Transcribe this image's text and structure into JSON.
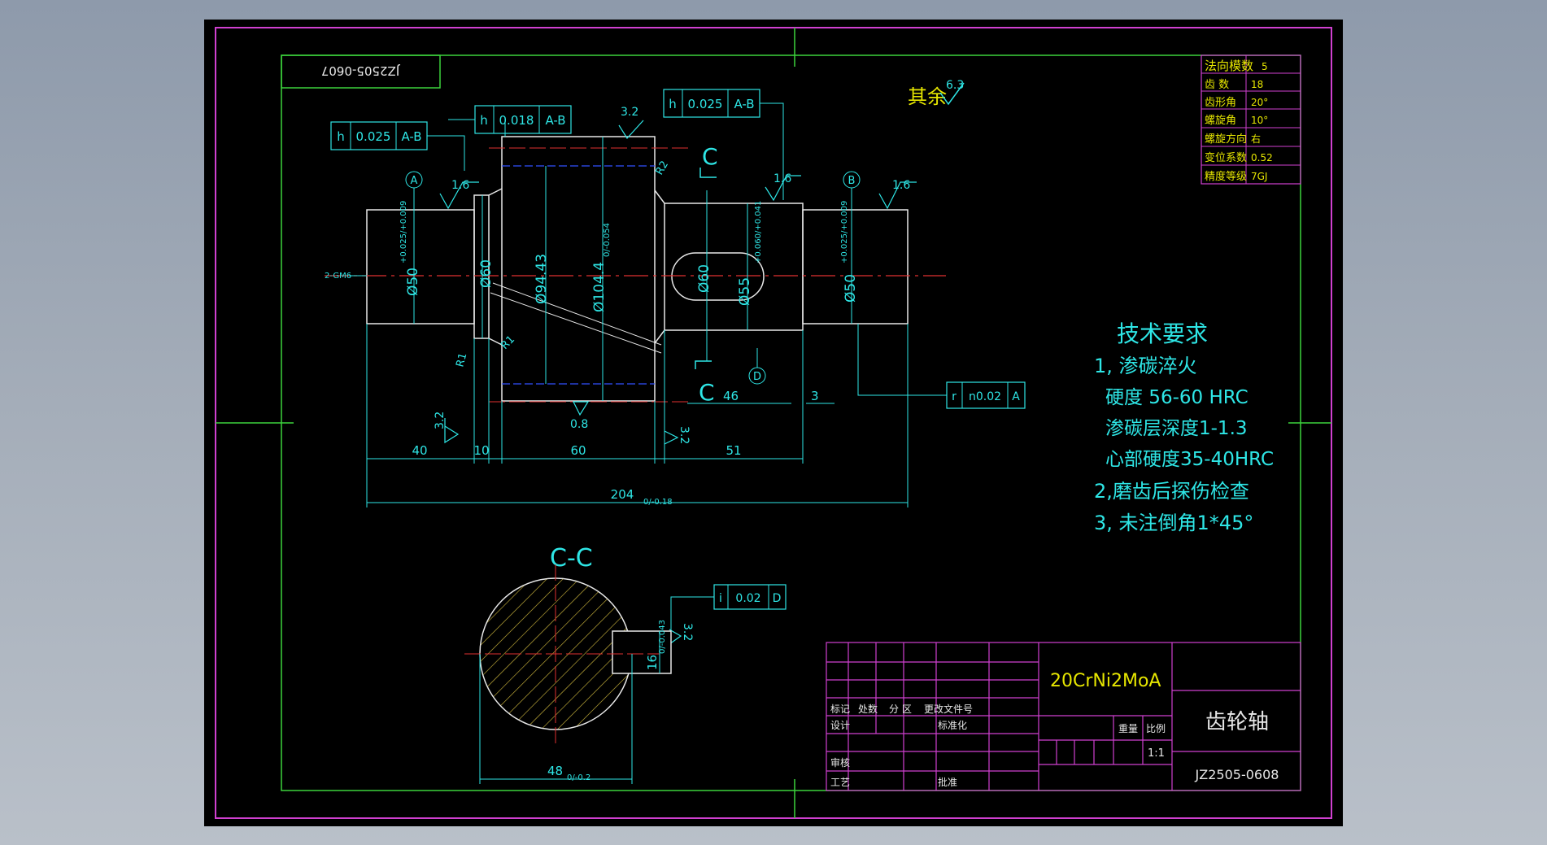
{
  "drawing_code_upside": "JZ2505-0607",
  "note_other": "其余",
  "roughness": {
    "other": "6.3",
    "a": "1.6",
    "b": "1.6",
    "c": "1.6",
    "d": "3.2",
    "e": "3.2",
    "f": "0.8",
    "g": "3.2",
    "h": "3.2"
  },
  "params": [
    {
      "label": "法向模数",
      "value": "5"
    },
    {
      "label": "齿 数",
      "value": "18"
    },
    {
      "label": "齿形角",
      "value": "20°"
    },
    {
      "label": "螺旋角",
      "value": "10°"
    },
    {
      "label": "螺旋方向",
      "value": "右"
    },
    {
      "label": "变位系数",
      "value": "0.52"
    },
    {
      "label": "精度等级",
      "value": "7GJ"
    }
  ],
  "tolerance_frames": [
    {
      "sym": "h",
      "val": "0.025",
      "ref": "A-B"
    },
    {
      "sym": "h",
      "val": "0.018",
      "ref": "A-B"
    },
    {
      "sym": "h",
      "val": "0.025",
      "ref": "A-B"
    },
    {
      "sym": "r",
      "val": "n0.02",
      "ref": "A"
    },
    {
      "sym": "i",
      "val": "0.02",
      "ref": "D"
    }
  ],
  "datums": [
    "A",
    "B",
    "D"
  ],
  "section_marks": {
    "top": "C",
    "bottom": "C",
    "section_title": "C-C"
  },
  "diameters": {
    "d50a": "Ø50",
    "d50a_tol": "+0.025/+0.009",
    "d60a": "Ø60",
    "d94": "Ø94.43",
    "d104": "Ø104.4",
    "d104_tol": "0/-0.054",
    "d60b": "Ø60",
    "d55": "Ø55",
    "d55_tol": "+0.060/+0.041",
    "d50b": "Ø50",
    "d50b_tol": "+0.025/+0.009"
  },
  "center_hole": "2-GM6",
  "radii": {
    "r1": "R1",
    "r1b": "R1",
    "r2": "R2"
  },
  "dims": {
    "d40": "40",
    "d10": "10",
    "d60": "60",
    "d51": "51",
    "d46": "46",
    "d3": "3",
    "total": "204",
    "total_tol": "0/-0.18",
    "key_width": "16",
    "key_tol": "0/-0.043",
    "sec_width": "48",
    "sec_tol": "0/-0.2"
  },
  "tech_req": {
    "title": "技术要求",
    "lines": [
      "1, 渗碳淬火",
      "硬度 56-60 HRC",
      "渗碳层深度1-1.3",
      "心部硬度35-40HRC",
      "2,磨齿后探伤检查",
      "3, 未注倒角1*45°"
    ]
  },
  "title_block": {
    "material": "20CrNi2MoA",
    "part_name": "齿轮轴",
    "drawing_no": "JZ2505-0608",
    "scale_label": "比例",
    "weight_label": "重量",
    "scale": "1:1",
    "row_labels": [
      "标记",
      "处数",
      "分 区",
      "更改文件号"
    ],
    "design": "设计",
    "standard": "标准化",
    "check": "审核",
    "process": "工艺",
    "approve": "批准"
  }
}
